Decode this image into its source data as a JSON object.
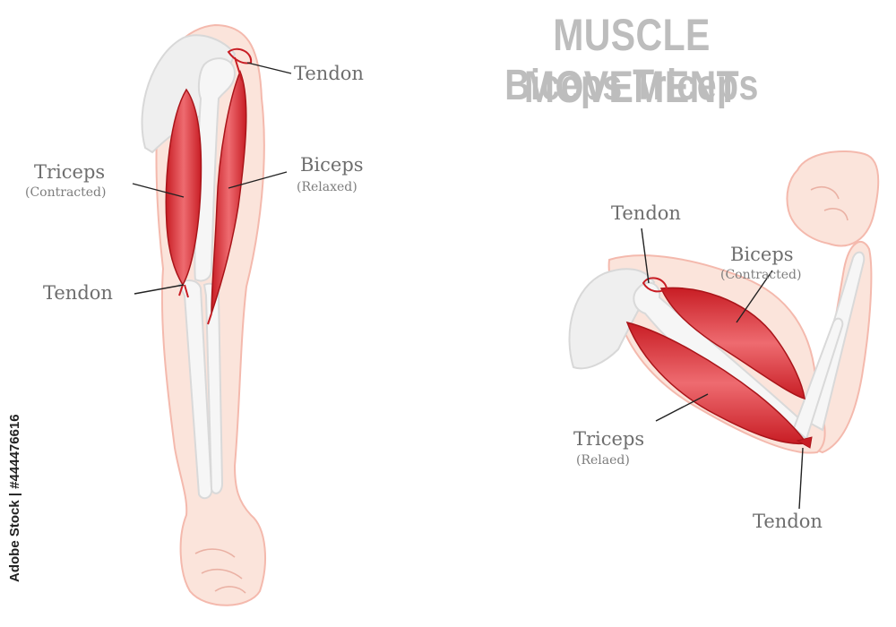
{
  "title": {
    "line1": "MUSCLE MOVEMENT",
    "line2": "Biceps Triceps"
  },
  "left_arm": {
    "tendon_top": "Tendon",
    "triceps": "Triceps",
    "triceps_state": "(Contracted)",
    "biceps": "Biceps",
    "biceps_state": "(Relaxed)",
    "tendon_bottom": "Tendon"
  },
  "right_arm": {
    "tendon_top": "Tendon",
    "biceps": "Biceps",
    "biceps_state": "(Contracted)",
    "triceps": "Triceps",
    "triceps_state": "(Relaed)",
    "tendon_bottom": "Tendon"
  },
  "watermark": "Adobe Stock | #444476616",
  "colors": {
    "skin": "#fbe4db",
    "skin_outline": "#f4b9ad",
    "bone": "#f4f4f4",
    "muscle": "#d7262d",
    "text": "#6e6e6e",
    "title": "#bdbdbd"
  }
}
